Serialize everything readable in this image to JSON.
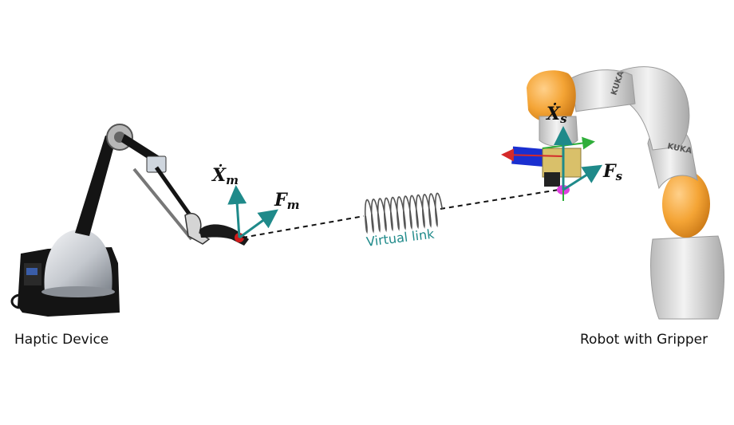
{
  "labels": {
    "left_caption": "Haptic Device",
    "right_caption": "Robot with Gripper",
    "link_caption": "Virtual link",
    "master_velocity_symbol": "Ẋ",
    "master_velocity_sub": "m",
    "master_force_symbol": "F",
    "master_force_sub": "m",
    "slave_velocity_symbol": "Ẋ",
    "slave_velocity_sub": "s",
    "slave_force_symbol": "F",
    "slave_force_sub": "s",
    "robot_brand": "KUKA"
  },
  "colors": {
    "arrow": "#1f8a8a",
    "link_text": "#1f8a8a",
    "robot_joint": "#f0a030",
    "robot_body": "#d6d6d6",
    "haptic_base": "#141414",
    "haptic_dome": "#c9cdd3",
    "end_effector": "#d11a1a",
    "gripper_box": "#1a2fd0",
    "object_box": "#d9c06a",
    "tool_tip": "#e040e0"
  },
  "icons": [
    "haptic-device-icon",
    "robot-arm-icon",
    "spring-icon"
  ]
}
